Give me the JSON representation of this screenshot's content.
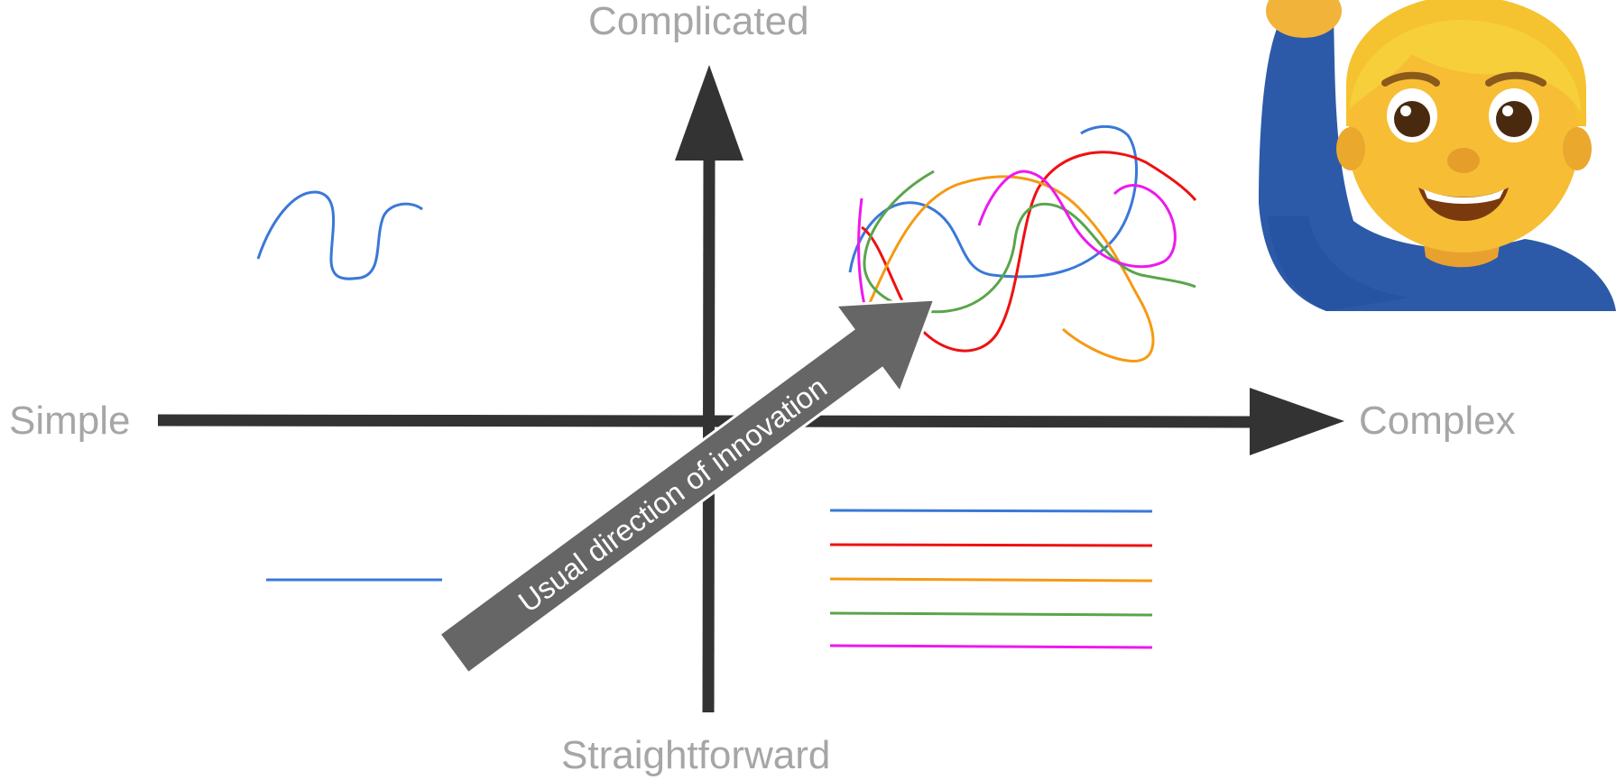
{
  "axes": {
    "top_label": "Complicated",
    "bottom_label": "Straightforward",
    "left_label": "Simple",
    "right_label": "Complex"
  },
  "arrow": {
    "label": "Usual direction of innovation"
  },
  "colors": {
    "axis": "#333333",
    "axis_label": "#a6a6a6",
    "arrow_fill": "#666666",
    "arrow_text": "#ffffff",
    "blue": "#3a78d8",
    "red": "#ee1111",
    "orange": "#f59a12",
    "green": "#5aa54b",
    "magenta": "#ee18ee"
  },
  "icons": {
    "emoji": "man-raising-hand-icon"
  }
}
